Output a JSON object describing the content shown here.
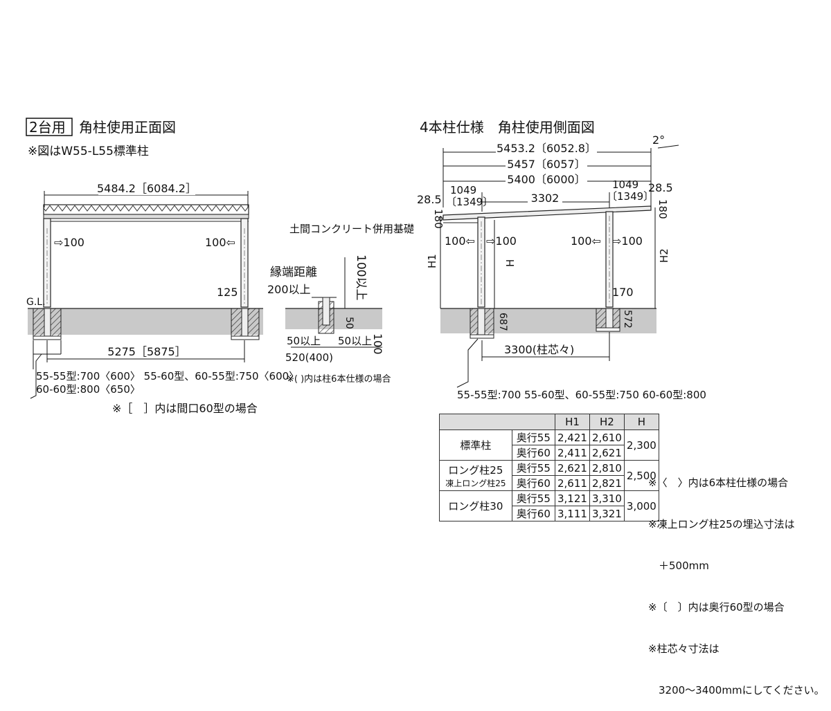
{
  "front": {
    "badge": "2台用",
    "title": "角柱使用正面図",
    "note": "※図はW55-L55標準柱",
    "top_dim": "5484.2［6084.2］",
    "left_offset": "⇨100",
    "right_offset": "100⇦",
    "post_dim": "125",
    "gl": "G.L.",
    "bottom_dim": "5275［5875］",
    "sizes_line1": "55-55型:700〈600〉 55-60型、60-55型:750〈600〉",
    "sizes_line2": "60-60型:800〈650〉",
    "bracket_note": "※［　］内は間口60型の場合"
  },
  "foundation": {
    "title": "土間コンクリート併用基礎",
    "edge_label1": "縁端距離",
    "edge_label2": "200以上",
    "depth_above": "100以上",
    "dim_50": "50",
    "left_50": "50以上",
    "right_50": "50以上",
    "dim_100": "100",
    "width": "520(400)",
    "note": "※( )内は柱6本仕様の場合"
  },
  "side": {
    "title": "4本柱仕様　角柱使用側面図",
    "slope": "2°",
    "dim1": "5453.2〔6052.8〕",
    "dim2": "5457〔6057〕",
    "dim3": "5400〔6000〕",
    "l_1049": "1049",
    "l_1349": "〔1349〕",
    "r_1049": "1049",
    "r_1349": "〔1349〕",
    "mid": "3302",
    "l_285": "28.5",
    "r_285": "28.5",
    "l_180": "180",
    "r_180": "180",
    "h1": "H1",
    "h": "H",
    "h2": "H2",
    "off_l1": "100⇦",
    "off_l2": "⇨100",
    "off_r1": "100⇦",
    "off_r2": "⇨100",
    "d170": "170",
    "d687": "687",
    "d572": "572",
    "span": "3300(柱芯々)",
    "sizes": "55-55型:700  55-60型、60-55型:750  60-60型:800"
  },
  "table": {
    "headers": [
      "H1",
      "H2",
      "H"
    ],
    "rows": [
      {
        "cat": "標準柱",
        "sub": "",
        "depth": "奥行55",
        "h1": "2,421",
        "h2": "2,610",
        "h": "2,300"
      },
      {
        "depth": "奥行60",
        "h1": "2,411",
        "h2": "2,621"
      },
      {
        "cat": "ロング柱25",
        "sub": "凍上ロング柱25",
        "depth": "奥行55",
        "h1": "2,621",
        "h2": "2,810",
        "h": "2,500"
      },
      {
        "depth": "奥行60",
        "h1": "2,611",
        "h2": "2,821"
      },
      {
        "cat": "ロング柱30",
        "sub": "",
        "depth": "奥行55",
        "h1": "3,121",
        "h2": "3,310",
        "h": "3,000"
      },
      {
        "depth": "奥行60",
        "h1": "3,111",
        "h2": "3,321"
      }
    ]
  },
  "notes": {
    "n1": "※〈　〉内は6本柱仕様の場合",
    "n2": "※凍上ロング柱25の埋込寸法は",
    "n3": "　＋500mm",
    "n4": "※〔　〕内は奥行60型の場合",
    "n5": "※柱芯々寸法は",
    "n6": "　3200～3400mmにしてください。"
  }
}
